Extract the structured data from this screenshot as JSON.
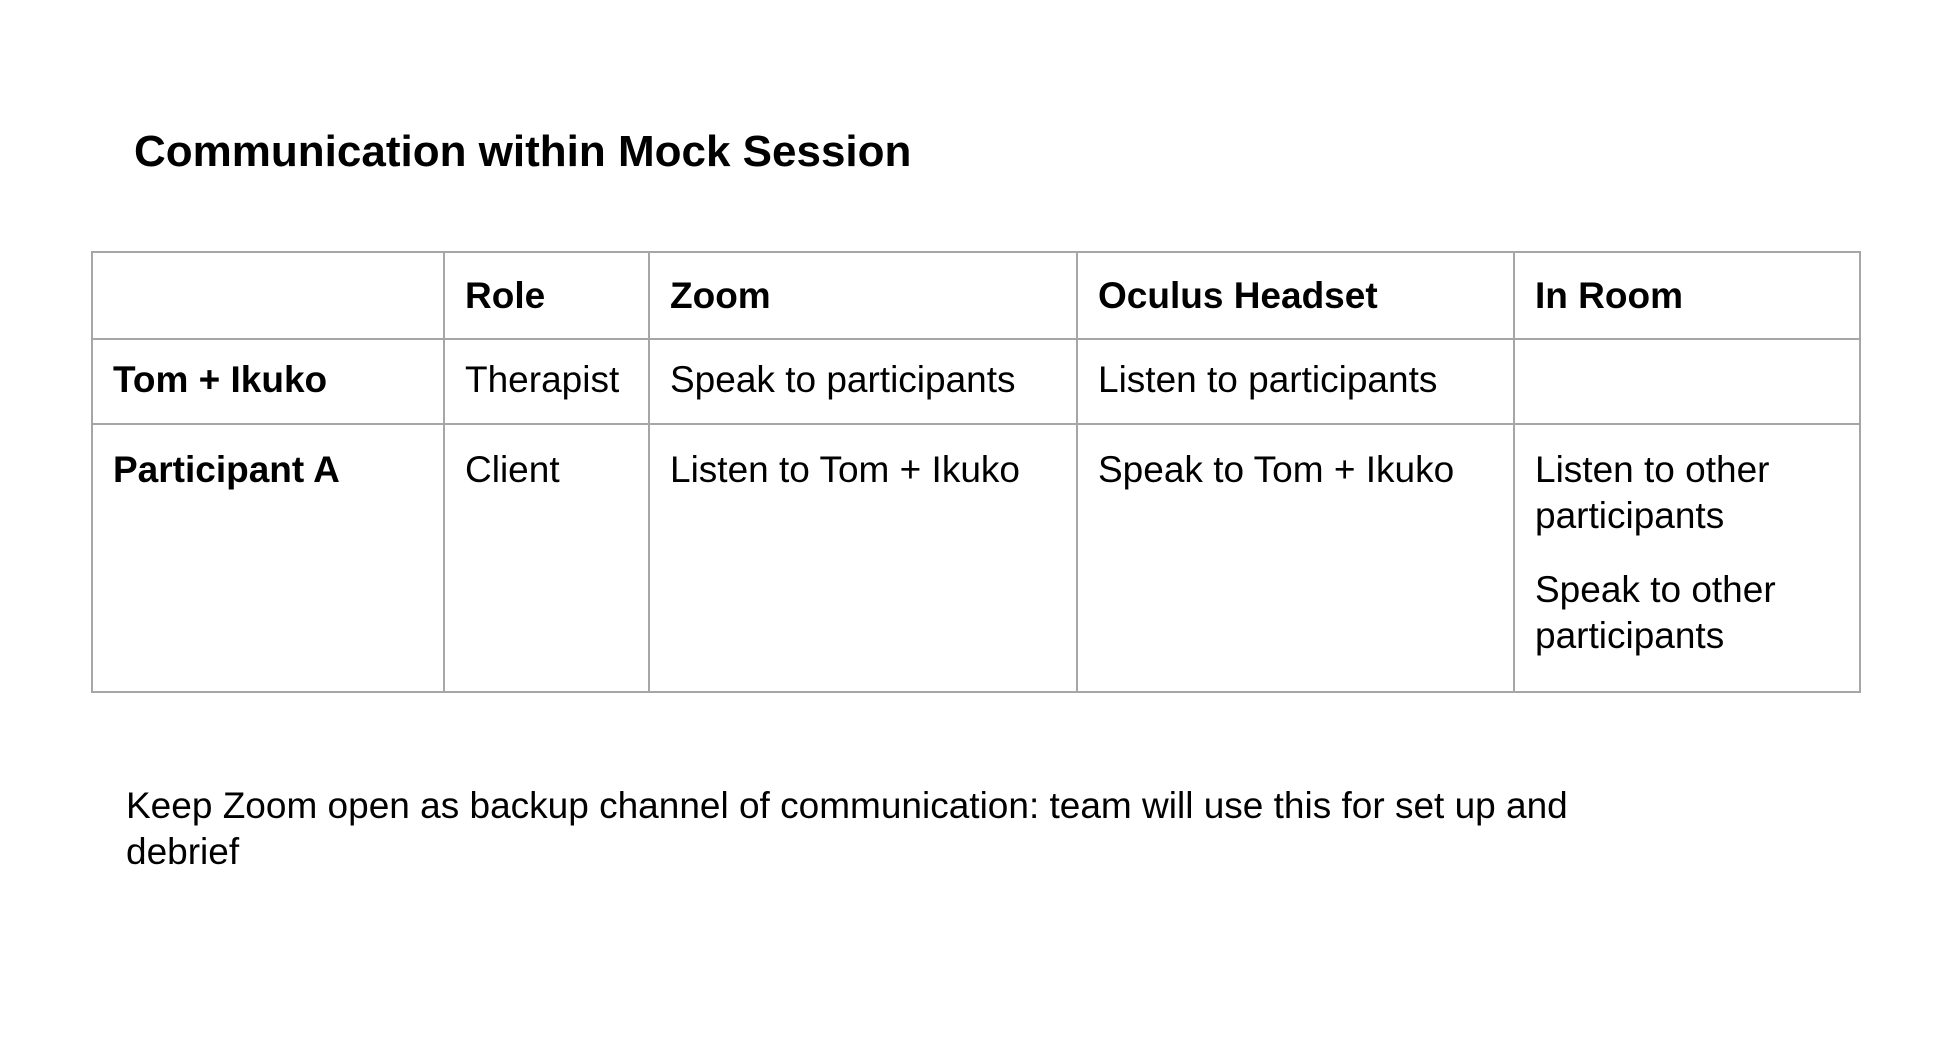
{
  "title": "Communication within Mock Session",
  "table": {
    "headers": [
      "",
      "Role",
      "Zoom",
      "Oculus Headset",
      "In Room"
    ],
    "rows": [
      {
        "name": "Tom + Ikuko",
        "role": "Therapist",
        "zoom": "Speak to participants",
        "oculus": "Listen to participants",
        "in_room": [
          "",
          ""
        ]
      },
      {
        "name": "Participant A",
        "role": "Client",
        "zoom": "Listen to Tom + Ikuko",
        "oculus": "Speak to Tom + Ikuko",
        "in_room": [
          "Listen to other participants",
          "Speak to other participants"
        ]
      }
    ]
  },
  "note": "Keep Zoom open as backup channel of communication: team will use this for set up and debrief"
}
